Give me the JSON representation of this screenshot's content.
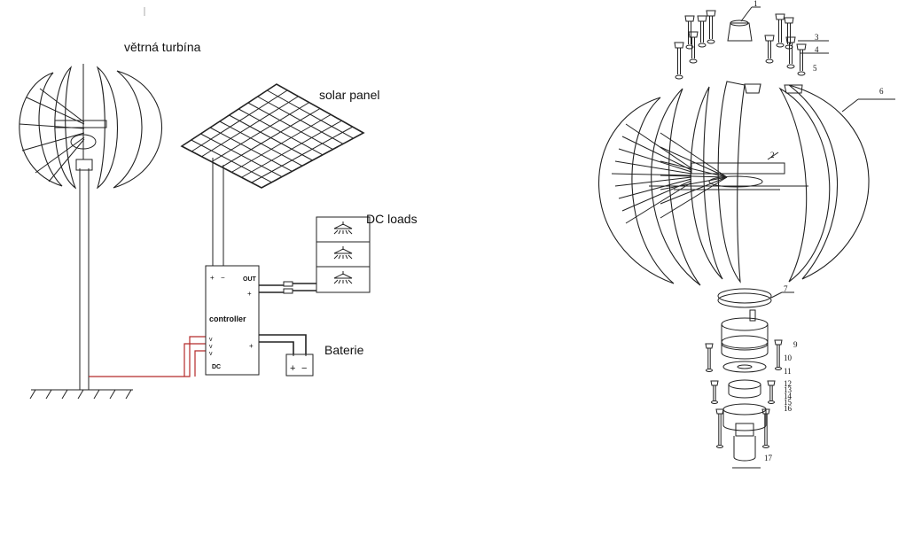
{
  "system": {
    "turbine_label": "větrná turbína",
    "solar_label": "solar panel",
    "loads_label": "DC loads",
    "battery_label": "Baterie",
    "controller_label": "controller",
    "out_label": "OUT",
    "dc_label": "DC"
  },
  "exploded": {
    "part_numbers": [
      "1",
      "2",
      "3",
      "4",
      "5",
      "6",
      "7",
      "9",
      "10",
      "11",
      "12",
      "13",
      "14",
      "15",
      "16",
      "17"
    ]
  }
}
